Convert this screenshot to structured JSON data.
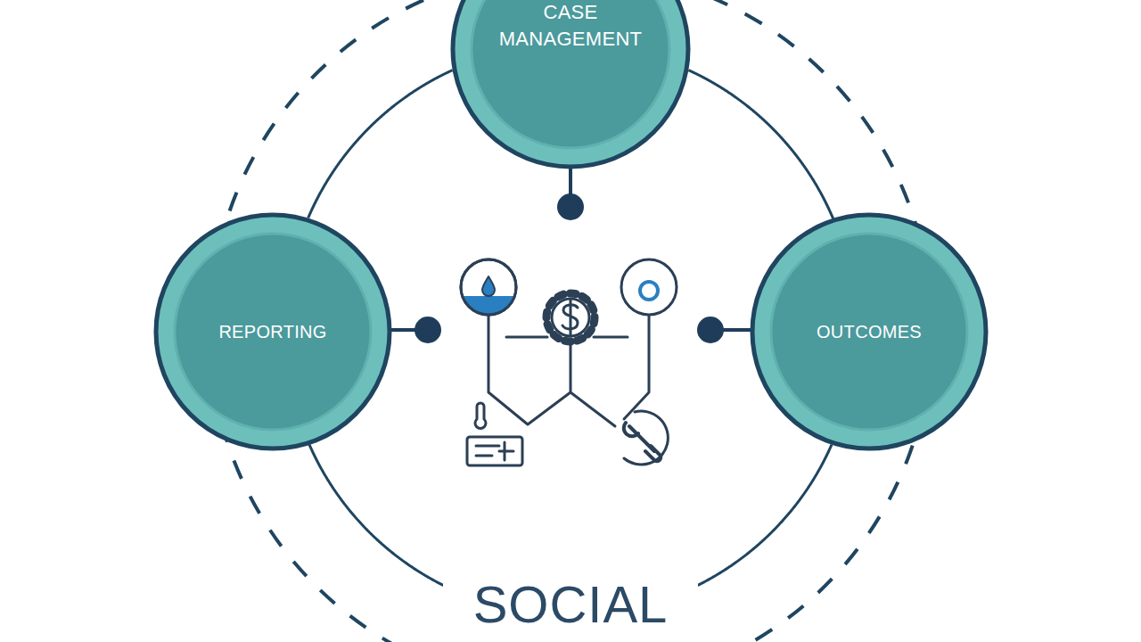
{
  "diagram": {
    "title": "SOCIAL",
    "nodes": [
      {
        "text": [
          "CASE MANAGEMENT"
        ]
      },
      {
        "text": [
          "REPORTING"
        ]
      },
      {
        "text": [
          "OUTCOMES"
        ]
      }
    ],
    "edges": [
      {
        "from": 0,
        "to": 1,
        "arrow": "none"
      },
      {
        "from": 0,
        "to": 2,
        "arrow": "none"
      },
      {
        "from": 1,
        "to": 2,
        "arrow": "none"
      }
    ]
  }
}
